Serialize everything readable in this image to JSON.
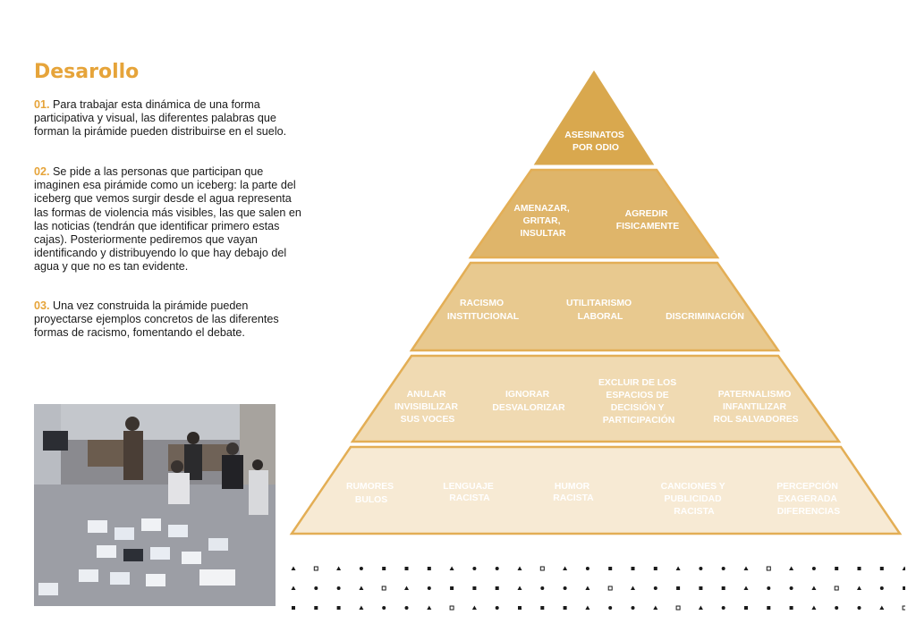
{
  "title": "Desarollo",
  "paragraphs": [
    {
      "num": "01.",
      "text": " Para trabajar esta dinámica de una forma participativa y visual, las diferentes palabras que forman la pirámide pueden distribuirse en el suelo."
    },
    {
      "num": "02.",
      "text": " Se pide a las personas que participan que imaginen esa pirámide como un iceberg: la parte del iceberg que vemos surgir desde el agua representa las formas de violencia más visibles, las que salen en las noticias (tendrán que identificar primero estas cajas). Posteriormente pediremos que vayan identificando y distribuyendo lo que hay debajo del agua y que no es tan evidente."
    },
    {
      "num": "03.",
      "text": " Una vez construida la pirámide pueden proyectarse ejemplos concretos de las diferentes formas de racismo, fomentando el debate."
    }
  ],
  "pyramid": {
    "levels": [
      {
        "items": [
          [
            "ASESINATOS",
            "POR ODIO"
          ]
        ]
      },
      {
        "items": [
          [
            "AMENAZAR,",
            "GRITAR,",
            "INSULTAR"
          ],
          [
            "AGREDIR",
            "FISICAMENTE"
          ]
        ]
      },
      {
        "items": [
          [
            "RACISMO",
            "INSTITUCIONAL"
          ],
          [
            "UTILITARISMO",
            "LABORAL"
          ],
          [
            "DISCRIMINACIÓN"
          ]
        ]
      },
      {
        "items": [
          [
            "ANULAR",
            "INVISIBILIZAR",
            "SUS VOCES"
          ],
          [
            "IGNORAR",
            "DESVALORIZAR"
          ],
          [
            "EXCLUIR DE LOS",
            "ESPACIOS DE",
            "DECISIÓN Y",
            "PARTICIPACIÓN"
          ],
          [
            "PATERNALISMO",
            "INFANTILIZAR",
            "ROL SALVADORES"
          ]
        ]
      },
      {
        "items": [
          [
            "RUMORES",
            "BULOS"
          ],
          [
            "LENGUAJE",
            "RACISTA"
          ],
          [
            "HUMOR",
            "RACISTA"
          ],
          [
            "CANCIONES Y",
            "PUBLICIDAD",
            "RACISTA"
          ],
          [
            "PERCEPCIÓN",
            "EXAGERADA",
            "DIFERENCIAS"
          ]
        ]
      }
    ],
    "colors": [
      "#d9a84e",
      "#dfb56a",
      "#e8c98f",
      "#f0dab2",
      "#f7ead4"
    ],
    "border_color": "#e3ae55"
  }
}
